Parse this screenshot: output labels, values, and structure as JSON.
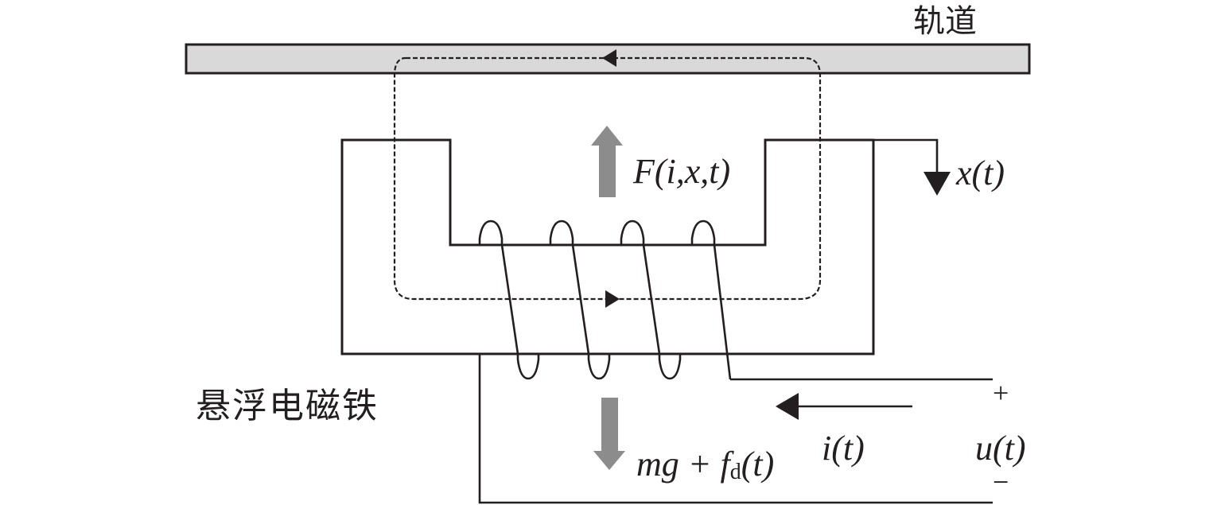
{
  "diagram": {
    "title": "Maglev electromagnet suspension schematic",
    "labels": {
      "rail": "轨道",
      "magnet": "悬浮电磁铁",
      "force_up": "F(i,x,t)",
      "gap": "x(t)",
      "load_main": "mg + f",
      "load_sub": "d",
      "load_tail": "(t)",
      "current": "i(t)",
      "voltage": "u(t)",
      "plus": "+",
      "minus": "−"
    },
    "coil_turns": 4,
    "colors": {
      "line": "#231f20",
      "rail_fill": "#d9d9d9",
      "force_arrow": "#8c8c8c"
    }
  }
}
